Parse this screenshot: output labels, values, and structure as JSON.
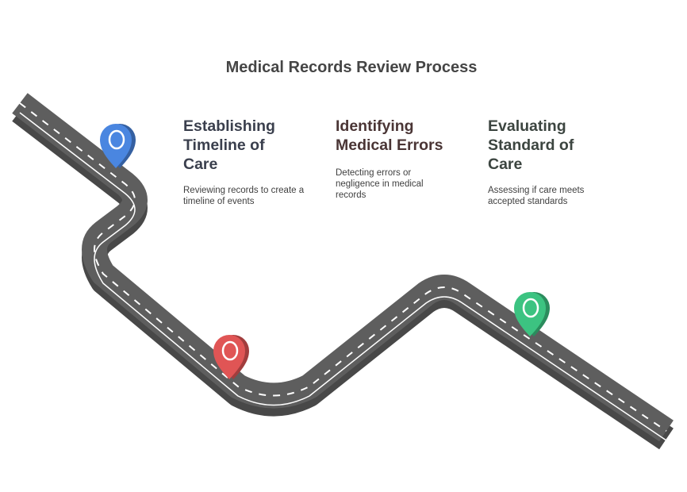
{
  "title": "Medical Records Review Process",
  "steps": [
    {
      "heading_lines": [
        "Establishing",
        "Timeline of",
        "Care"
      ],
      "description": "Reviewing records to create a timeline of events",
      "marker_color": "#4a86e0",
      "marker_icon": "map-pin-icon"
    },
    {
      "heading_lines": [
        "Identifying",
        "Medical Errors"
      ],
      "description": "Detecting errors or negligence in medical records",
      "marker_color": "#e05555",
      "marker_icon": "map-pin-icon"
    },
    {
      "heading_lines": [
        "Evaluating",
        "Standard of",
        "Care"
      ],
      "description": "Assessing if care meets accepted standards",
      "marker_color": "#3cc381",
      "marker_icon": "map-pin-icon"
    }
  ],
  "colors": {
    "road": "#5e5e5e",
    "road_shadow": "#484848",
    "lane_marking": "#ffffff"
  }
}
